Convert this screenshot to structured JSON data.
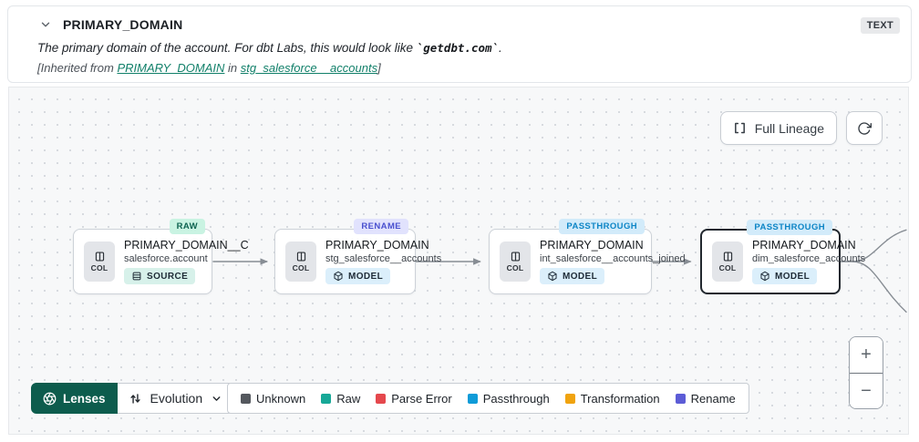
{
  "header": {
    "title": "PRIMARY_DOMAIN",
    "type_badge": "TEXT",
    "description": {
      "prefix": "The primary domain of the account. For dbt Labs, this would look like ",
      "code": "`getdbt.com`",
      "suffix": "."
    },
    "inherited": {
      "prefix": "[Inherited from ",
      "column_link": "PRIMARY_DOMAIN",
      "middle": " in ",
      "model_link": "stg_salesforce__accounts",
      "suffix": "]"
    }
  },
  "canvas": {
    "full_lineage_label": "Full Lineage",
    "col_chip_label": "COL",
    "nodes": [
      {
        "title": "PRIMARY_DOMAIN__C",
        "subtitle": "salesforce.account",
        "kind": "SOURCE",
        "tag": "RAW"
      },
      {
        "title": "PRIMARY_DOMAIN",
        "subtitle": "stg_salesforce__accounts",
        "kind": "MODEL",
        "tag": "RENAME"
      },
      {
        "title": "PRIMARY_DOMAIN",
        "subtitle": "int_salesforce__accounts_joined",
        "kind": "MODEL",
        "tag": "PASSTHROUGH"
      },
      {
        "title": "PRIMARY_DOMAIN",
        "subtitle": "dim_salesforce_accounts",
        "kind": "MODEL",
        "tag": "PASSTHROUGH",
        "selected": true
      }
    ],
    "lenses": {
      "button_label": "Lenses",
      "selected_lens": "Evolution"
    },
    "legend": [
      {
        "label": "Unknown",
        "color": "#54585e"
      },
      {
        "label": "Raw",
        "color": "#17a897"
      },
      {
        "label": "Parse Error",
        "color": "#e5484d"
      },
      {
        "label": "Passthrough",
        "color": "#0e9bd8"
      },
      {
        "label": "Transformation",
        "color": "#f0a30f"
      },
      {
        "label": "Rename",
        "color": "#5c5cd6"
      }
    ],
    "zoom": {
      "in": "+",
      "out": "−"
    }
  },
  "colors": {
    "accent_teal": "#0d5c4d",
    "link_teal": "#12806a",
    "tag_raw_bg": "#c9f3e2",
    "tag_raw_fg": "#0e6451",
    "tag_rename_bg": "#e1e2fd",
    "tag_rename_fg": "#4950cf",
    "tag_passthrough_bg": "#d2ebfa",
    "tag_passthrough_fg": "#0d85c6",
    "edge": "#878d94"
  }
}
